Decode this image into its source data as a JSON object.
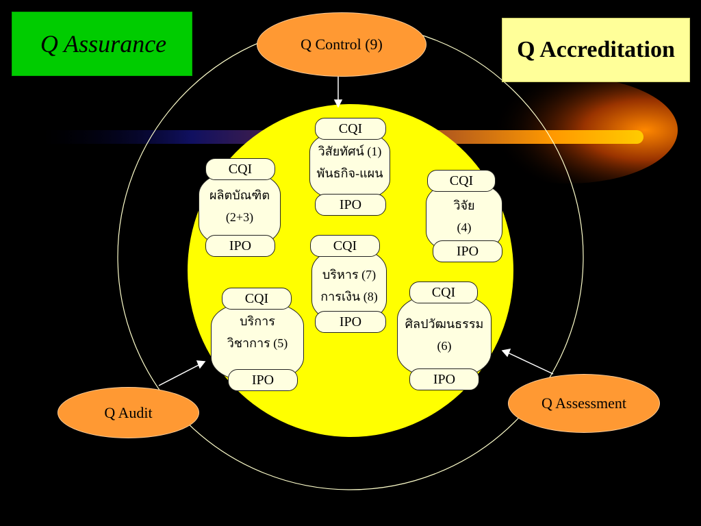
{
  "titles": {
    "assurance": "Q  Assurance",
    "accreditation": "Q  Accreditation"
  },
  "ovals": {
    "control": "Q Control (9)",
    "audit": "Q Audit",
    "assessment": "Q Assessment"
  },
  "units": [
    {
      "cqi": "CQI",
      "lines": [
        "วิสัยทัศน์ (1)",
        "พันธกิจ-แผน"
      ],
      "ipo": "IPO"
    },
    {
      "cqi": "CQI",
      "lines": [
        "ผลิตบัณฑิต",
        "(2+3)"
      ],
      "ipo": "IPO"
    },
    {
      "cqi": "CQI",
      "lines": [
        "วิจัย",
        "(4)"
      ],
      "ipo": "IPO"
    },
    {
      "cqi": "CQI",
      "lines": [
        "บริหาร (7)",
        "การเงิน (8)"
      ],
      "ipo": "IPO"
    },
    {
      "cqi": "CQI",
      "lines": [
        "บริการ",
        "วิชาการ (5)"
      ],
      "ipo": "IPO"
    },
    {
      "cqi": "CQI",
      "lines": [
        "ศิลปวัฒนธรรม",
        "(6)"
      ],
      "ipo": "IPO"
    }
  ],
  "colors": {
    "background": "#000000",
    "core_circle": "#ffff00",
    "assurance_box": "#00cc00",
    "accreditation_box": "#ffff99",
    "oval": "#ff9933",
    "unit": "#ffffe0"
  }
}
